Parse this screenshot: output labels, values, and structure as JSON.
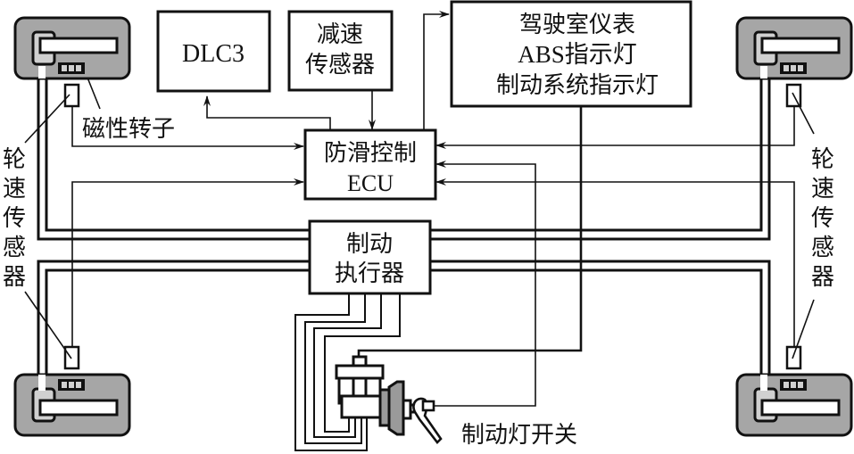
{
  "diagram": {
    "title": "ABS system layout",
    "blocks": {
      "dlc3": "DLC3",
      "decel_sensor": [
        "减速",
        "传感器"
      ],
      "dashboard": [
        "驾驶室仪表",
        "ABS指示灯",
        "制动系统指示灯"
      ],
      "ecu": [
        "防滑控制",
        "ECU"
      ],
      "actuator": [
        "制动",
        "执行器"
      ]
    },
    "labels": {
      "magnetic_rotor": "磁性转子",
      "wheel_speed_sensor_left": [
        "轮",
        "速",
        "传",
        "感",
        "器"
      ],
      "wheel_speed_sensor_right": [
        "轮",
        "速",
        "传",
        "感",
        "器"
      ],
      "brake_light_switch": "制动灯开关"
    },
    "wheels": [
      "front-left",
      "front-right",
      "rear-left",
      "rear-right"
    ],
    "colors": {
      "line": "#111111",
      "wheel_body": "#a6a6a6",
      "caliper": "#d0d0d0",
      "booster": "#9a9a9a",
      "background": "#ffffff"
    }
  }
}
